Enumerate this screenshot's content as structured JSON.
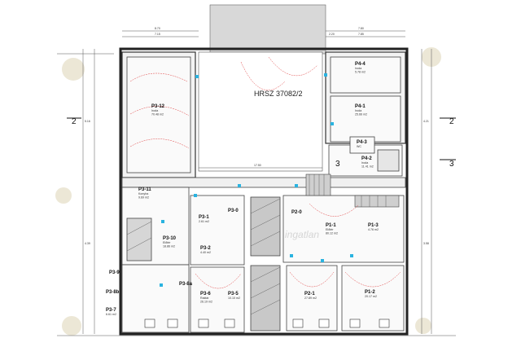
{
  "plot_label": "HRSZ 37082/2",
  "watermark": "ingatlan",
  "axis_markers": {
    "two": "2",
    "three": "3"
  },
  "dimension_labels": [
    "8.70",
    "7.15",
    "7.80",
    "7.85",
    "2.20",
    "17.50",
    "5.16",
    "4.39",
    "4.21",
    "3.58"
  ],
  "rooms": [
    {
      "id": "P4-4",
      "name": "Iroda",
      "area": "5.78 m2"
    },
    {
      "id": "P4-1",
      "name": "Iroda",
      "area": "25.66 m2"
    },
    {
      "id": "P3-12",
      "name": "Iroda",
      "area": "70.48 m2"
    },
    {
      "id": "P4-3",
      "name": "WC",
      "area": ""
    },
    {
      "id": "P4-2",
      "name": "Iroda",
      "area": "11.41 m2"
    },
    {
      "id": "P3-11",
      "name": "Konyha",
      "area": "9.69 m2"
    },
    {
      "id": "P3-1",
      "name": "",
      "area": "2.61 m2"
    },
    {
      "id": "P3-0",
      "name": "",
      "area": ""
    },
    {
      "id": "P2-0",
      "name": "",
      "area": ""
    },
    {
      "id": "P1-1",
      "name": "Előtér",
      "area": "80.12 m2"
    },
    {
      "id": "P1-3",
      "name": "",
      "area": "4.76 m2"
    },
    {
      "id": "P3-10",
      "name": "Előtér",
      "area": "18.86 m2"
    },
    {
      "id": "P3-2",
      "name": "",
      "area": "4.40 m2"
    },
    {
      "id": "P3-9",
      "name": "",
      "area": ""
    },
    {
      "id": "P3-8a",
      "name": "",
      "area": ""
    },
    {
      "id": "P3-8b",
      "name": "",
      "area": ""
    },
    {
      "id": "P3-6",
      "name": "Raktár",
      "area": "26.19 m2"
    },
    {
      "id": "P3-5",
      "name": "",
      "area": "10.10 m2"
    },
    {
      "id": "P2-1",
      "name": "",
      "area": "27.89 m2"
    },
    {
      "id": "P1-2",
      "name": "",
      "area": "20.17 m2"
    },
    {
      "id": "P3-7",
      "name": "",
      "area": "6.61 m2"
    }
  ]
}
